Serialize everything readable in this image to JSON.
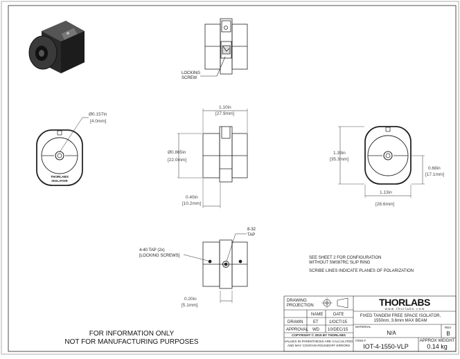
{
  "views": {
    "top": {
      "callout": [
        "LOCKING",
        "SCREW"
      ]
    },
    "left": {
      "dia_in": "Ø0.157in",
      "dia_mm": "[4.0mm]",
      "engraving": [
        "THORLABS",
        "ISOLATOR"
      ]
    },
    "center": {
      "width_in": "1.10in",
      "width_mm": "[27.9mm]",
      "dia_in": "Ø0.865in",
      "dia_mm": "[22.0mm]",
      "offset_in": "0.40in",
      "offset_mm": "[10.2mm]"
    },
    "right": {
      "height_in": "1.39in",
      "height_mm": "[35.3mm]",
      "center_in": "0.68in",
      "center_mm": "[17.1mm]",
      "width_in": "1.13in",
      "width_mm": "[28.6mm]"
    },
    "bottom": {
      "tap_832": [
        "8-32",
        "TAP"
      ],
      "tap_440": [
        "4-40 TAP (2x)",
        "[LOCKING SCREWS]"
      ],
      "offset_in": "0.20in",
      "offset_mm": "[5.1mm]"
    }
  },
  "notes": [
    "SEE SHEET 2 FOR CONFIGURATION",
    "WITHOUT SM087RC SLIP RING",
    "SCRIBE LINES INDICATE PLANES OF POLARIZATION"
  ],
  "disclaimer": [
    "FOR INFORMATION ONLY",
    "NOT FOR MANUFACTURING PURPOSES"
  ],
  "title_block": {
    "projection_label": [
      "DRAWING",
      "PROJECTION"
    ],
    "header_name": "NAME",
    "header_date": "DATE",
    "drawn_label": "DRAWN",
    "drawn_name": "ET",
    "drawn_date": "1/OCT/15",
    "approval_label": "APPROVAL",
    "approval_name": "WD",
    "approval_date": "10/DEC/15",
    "copyright": "COPYRIGHT © 2015 BY THORLABS",
    "rounding": [
      "VALUES IN PARENTHESIS ARE CALCULATED",
      "AND MAY CONTAIN ROUNDOFF ERRORS"
    ],
    "logo": "THORLABS",
    "website": "w w w . t h o r l a b s . c o m",
    "description": [
      "FIXED TANDEM FREE SPACE ISOLATOR,",
      "1550nm, 3.6mm MAX BEAM"
    ],
    "material_label": "MATERIAL",
    "material_value": "N/A",
    "rev_label": "REV",
    "rev_value": "B",
    "item_label": "ITEM #",
    "item_value": "IOT-4-1550-VLP",
    "weight_label": "APPROX WEIGHT",
    "weight_value": "0.14 kg"
  }
}
